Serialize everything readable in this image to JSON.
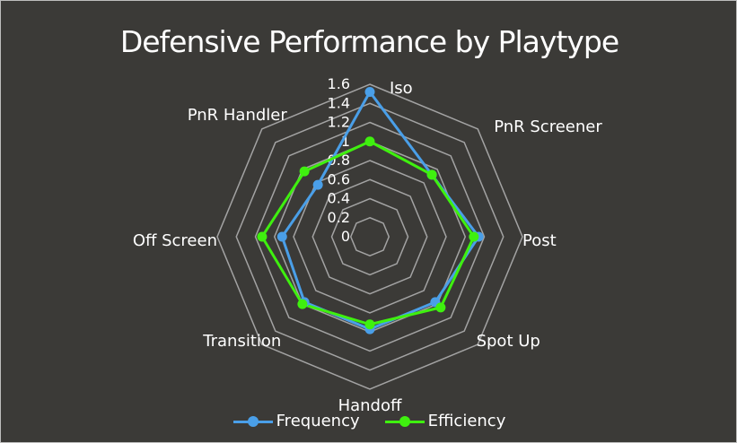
{
  "chart_data": {
    "type": "radar",
    "title": "Defensive Performance by Playtype",
    "categories": [
      "Iso",
      "PnR Screener",
      "Post",
      "Spot Up",
      "Handoff",
      "Transition",
      "Off Screen",
      "PnR Handler"
    ],
    "r_ticks": [
      "0",
      "0.2",
      "0.4",
      "0.6",
      "0.8",
      "1",
      "1.2",
      "1.4",
      "1.6"
    ],
    "rlim": [
      0,
      1.6
    ],
    "grid": true,
    "legend_position": "bottom",
    "series": [
      {
        "name": "Frequency",
        "color": "#4a9fe8",
        "values": [
          1.52,
          0.92,
          1.14,
          0.97,
          0.97,
          0.97,
          0.92,
          0.77
        ]
      },
      {
        "name": "Efficiency",
        "color": "#3ff00f",
        "values": [
          1.0,
          0.92,
          1.09,
          1.05,
          0.92,
          1.0,
          1.13,
          0.97
        ]
      }
    ]
  }
}
